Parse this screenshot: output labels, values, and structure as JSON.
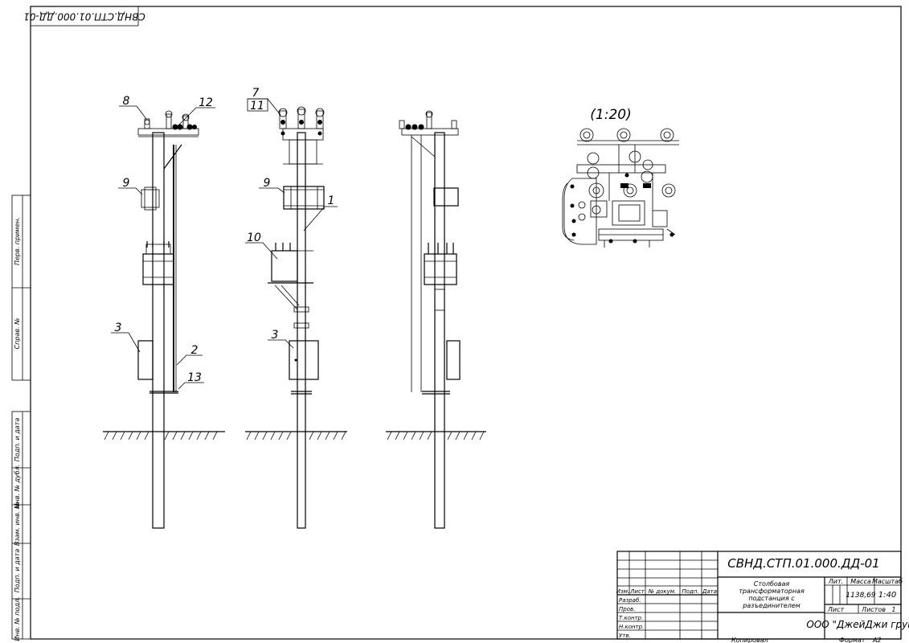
{
  "corner_stamp": "СВНД.СТП.01.000.ДД-01",
  "scale_label": "(1:20)",
  "callouts": {
    "c1": "1",
    "c2": "2",
    "c3": "3",
    "c7": "7",
    "c8": "8",
    "c9": "9",
    "c10": "10",
    "c11": "11",
    "c12": "12",
    "c13": "13"
  },
  "side_strip": {
    "perv_primen": "Перв. примен.",
    "sprav_no": "Справ. №",
    "podp_data_1": "Подп. и дата",
    "inv_dubl": "Инв. № дубл.",
    "vzam_inv": "Взам. инв. №",
    "podp_data_2": "Подп. и дата",
    "inv_podl": "Инв. № подл."
  },
  "title_block": {
    "designation": "СВНД.СТП.01.000.ДД-01",
    "name_lines": [
      "Столбовая",
      "трансформаторная",
      "подстанция с",
      "разъединителем"
    ],
    "col_headers": {
      "izm": "Изм.",
      "list": "Лист",
      "doc_no": "№ докум.",
      "podp": "Подп.",
      "data": "Дата"
    },
    "roles": {
      "razrab": "Разраб.",
      "prov": "Пров.",
      "tkontr": "Т.контр.",
      "nkontr": "Н.контр.",
      "utv": "Утв."
    },
    "lit_label": "Лит.",
    "mass_label": "Масса",
    "scale_label": "Масштаб",
    "mass_value": "1138,69",
    "scale_value": "1:40",
    "sheet_label": "Лист",
    "sheets_label": "Листов",
    "sheets_value": "1",
    "org": "ООО \"ДжейДжи груп\"",
    "copied": "Копировал",
    "format_label": "Формат",
    "format_value": "А2"
  }
}
